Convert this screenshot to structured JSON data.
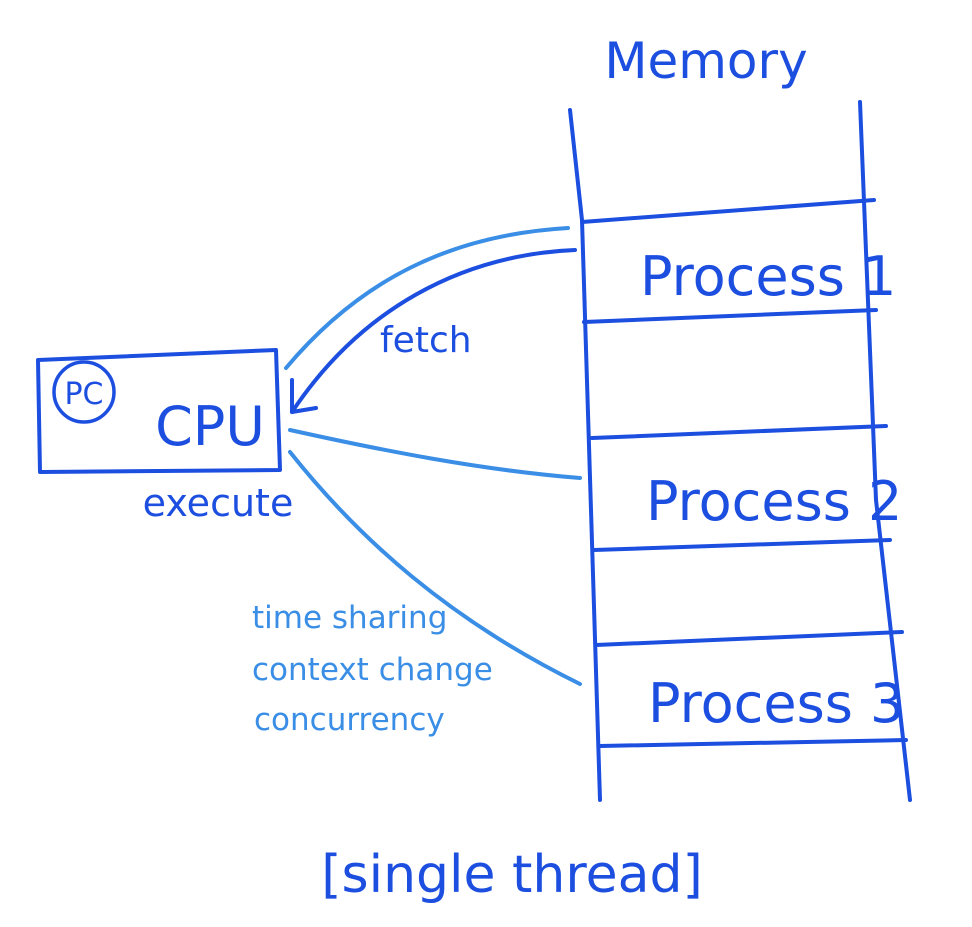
{
  "colors": {
    "primary": "#1c4ee0",
    "secondary": "#3a8ee6",
    "background": "#ffffff"
  },
  "memory": {
    "title": "Memory",
    "slots": [
      {
        "label": ""
      },
      {
        "label": "Process 1"
      },
      {
        "label": ""
      },
      {
        "label": "Process 2"
      },
      {
        "label": ""
      },
      {
        "label": "Process 3"
      },
      {
        "label": ""
      }
    ]
  },
  "cpu": {
    "label": "CPU",
    "register": "PC",
    "caption": "execute"
  },
  "arrows": {
    "fetch_label": "fetch"
  },
  "notes": [
    "time sharing",
    "context change",
    "concurrency"
  ],
  "caption": "[single thread]"
}
